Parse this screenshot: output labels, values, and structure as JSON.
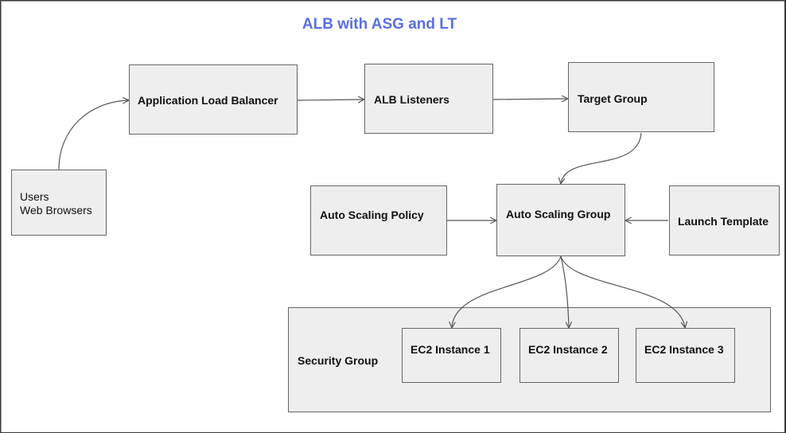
{
  "title": "ALB with ASG and LT",
  "nodes": {
    "users": {
      "line1": "Users",
      "line2": "Web Browsers"
    },
    "alb": "Application Load Balancer",
    "listeners": "ALB Listeners",
    "target_group": "Target Group",
    "asg_policy": "Auto Scaling Policy",
    "asg": "Auto Scaling Group",
    "launch_template": "Launch Template",
    "security_group": "Security Group",
    "instances": [
      "EC2 Instance 1",
      "EC2 Instance 2",
      "EC2 Instance 3"
    ]
  },
  "colors": {
    "title": "#5b6ee1",
    "box_fill": "#eeeeee",
    "box_border": "#666666",
    "edge": "#555555"
  }
}
